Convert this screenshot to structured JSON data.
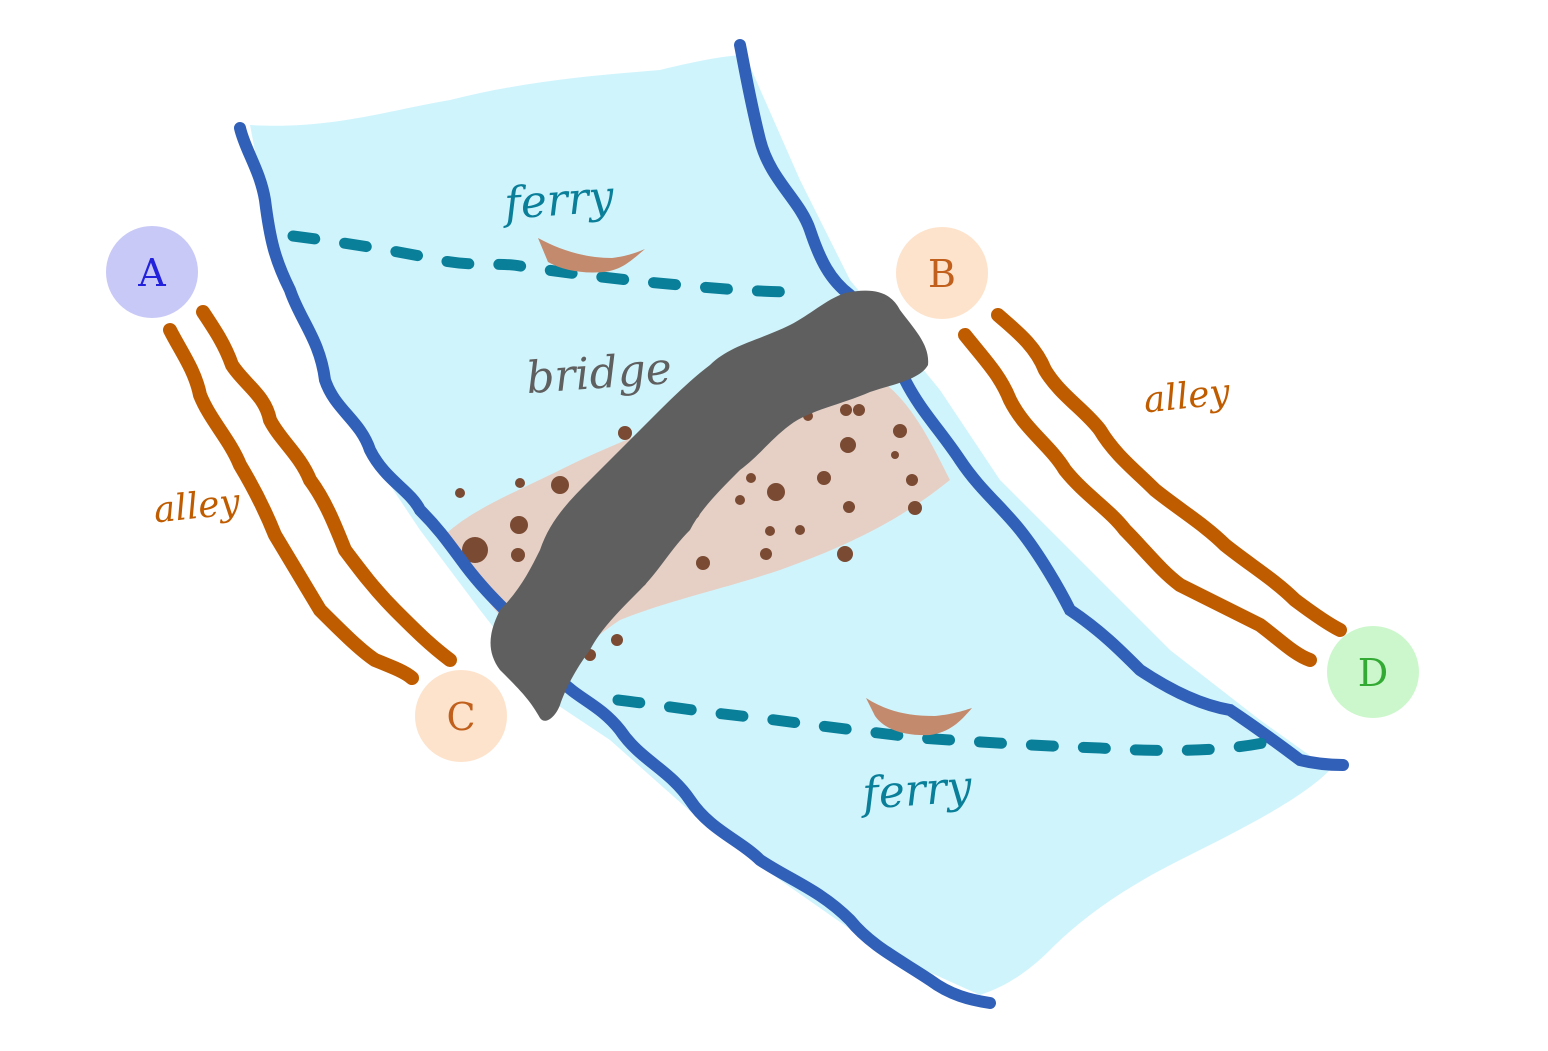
{
  "nodes": {
    "a": {
      "label": "A",
      "fill": "#c9c9f7",
      "text_color": "#2222dd"
    },
    "b": {
      "label": "B",
      "fill": "#fde3cc",
      "text_color": "#c0601c"
    },
    "c": {
      "label": "C",
      "fill": "#fde3cc",
      "text_color": "#c0601c"
    },
    "d": {
      "label": "D",
      "fill": "#ccf7cc",
      "text_color": "#33aa33"
    }
  },
  "labels": {
    "ferry_top": "ferry",
    "ferry_bottom": "ferry",
    "bridge": "bridge",
    "alley_left": "alley",
    "alley_right": "alley"
  },
  "colors": {
    "water": "#d0f4fc",
    "riverbank": "#3060b8",
    "ferry_route": "#0a7f9a",
    "boat": "#c48a6e",
    "sandbar": "#e6d0c6",
    "pebbles": "#7a4a33",
    "bridge": "#5f5f5f",
    "alley": "#c05c00",
    "alley_text": "#c05c00",
    "bridge_text": "#5f5f5f",
    "ferry_text": "#0a7f9a"
  }
}
